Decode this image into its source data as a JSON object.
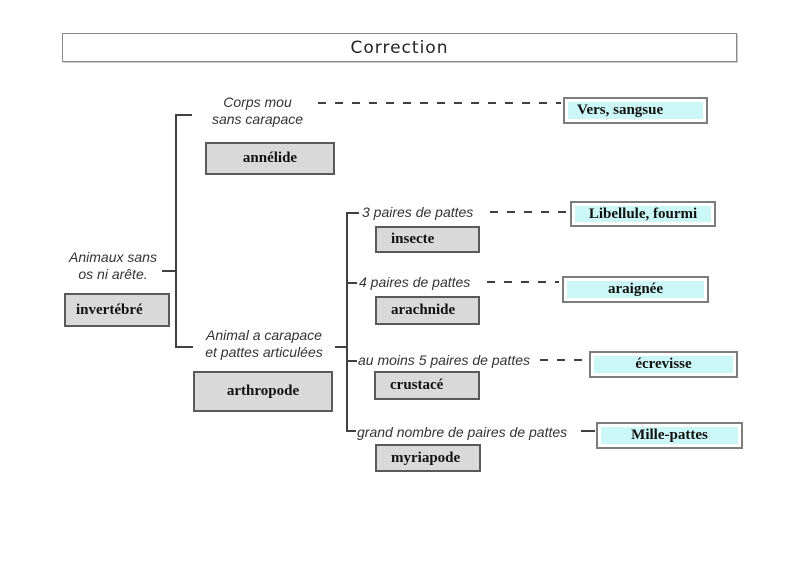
{
  "title": "Correction",
  "root": {
    "label_line1": "Animaux sans",
    "label_line2": "os ni arête.",
    "class_box": "invertébré"
  },
  "branch_annelide": {
    "criterion_line1": "Corps mou",
    "criterion_line2": "sans carapace",
    "class_box": "annélide",
    "example_box": "Vers, sangsue"
  },
  "branch_arthropode": {
    "criterion_line1": "Animal a carapace",
    "criterion_line2": "et pattes articulées",
    "class_box": "arthropode",
    "children": [
      {
        "criterion": "3 paires de pattes",
        "class_box": "insecte",
        "example_box": "Libellule, fourmi"
      },
      {
        "criterion": "4 paires de pattes",
        "class_box": "arachnide",
        "example_box": "araignée"
      },
      {
        "criterion": "au moins 5 paires de pattes",
        "class_box": "crustacé",
        "example_box": "écrevisse"
      },
      {
        "criterion": "grand nombre de paires de pattes",
        "class_box": "myriapode",
        "example_box": "Mille-pattes"
      }
    ]
  },
  "colors": {
    "class_box_fill": "#d9d9d9",
    "example_box_fill": "#ccf7f7",
    "line": "#404040"
  }
}
